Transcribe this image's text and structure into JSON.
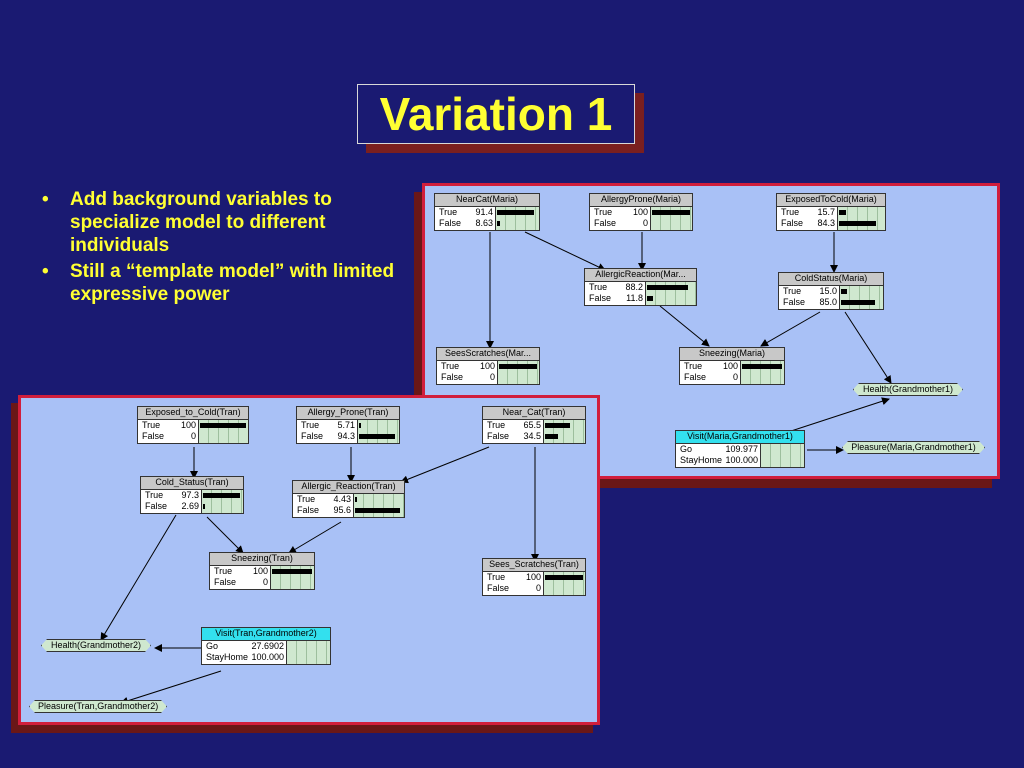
{
  "slide": {
    "title": "Variation 1",
    "bullets": [
      "Add background variables to specialize model to different individuals",
      "Still a “template model” with limited expressive power"
    ]
  },
  "maria_network": {
    "nodes": [
      {
        "title": "NearCat(Maria)",
        "type": "chance",
        "states": [
          {
            "label": "True",
            "value": "91.4",
            "p": 91.4
          },
          {
            "label": "False",
            "value": "8.63",
            "p": 8.63
          }
        ]
      },
      {
        "title": "AllergyProne(Maria)",
        "type": "chance",
        "states": [
          {
            "label": "True",
            "value": "100",
            "p": 100
          },
          {
            "label": "False",
            "value": "0",
            "p": 0
          }
        ]
      },
      {
        "title": "ExposedToCold(Maria)",
        "type": "chance",
        "states": [
          {
            "label": "True",
            "value": "15.7",
            "p": 15.7
          },
          {
            "label": "False",
            "value": "84.3",
            "p": 84.3
          }
        ]
      },
      {
        "title": "AllergicReaction(Mar...",
        "type": "chance",
        "states": [
          {
            "label": "True",
            "value": "88.2",
            "p": 88.2
          },
          {
            "label": "False",
            "value": "11.8",
            "p": 11.8
          }
        ]
      },
      {
        "title": "ColdStatus(Maria)",
        "type": "chance",
        "states": [
          {
            "label": "True",
            "value": "15.0",
            "p": 15.0
          },
          {
            "label": "False",
            "value": "85.0",
            "p": 85.0
          }
        ]
      },
      {
        "title": "SeesScratches(Mar...",
        "type": "chance",
        "states": [
          {
            "label": "True",
            "value": "100",
            "p": 100
          },
          {
            "label": "False",
            "value": "0",
            "p": 0
          }
        ]
      },
      {
        "title": "Sneezing(Maria)",
        "type": "chance",
        "states": [
          {
            "label": "True",
            "value": "100",
            "p": 100
          },
          {
            "label": "False",
            "value": "0",
            "p": 0
          }
        ]
      },
      {
        "title": "Visit(Maria,Grandmother1)",
        "type": "decision",
        "states": [
          {
            "label": "Go",
            "value": "109.977"
          },
          {
            "label": "StayHome",
            "value": "100.000"
          }
        ]
      }
    ],
    "utilities": [
      "Health(Grandmother1)",
      "Pleasure(Maria,Grandmother1)"
    ]
  },
  "tran_network": {
    "nodes": [
      {
        "title": "Exposed_to_Cold(Tran)",
        "type": "chance",
        "states": [
          {
            "label": "True",
            "value": "100",
            "p": 100
          },
          {
            "label": "False",
            "value": "0",
            "p": 0
          }
        ]
      },
      {
        "title": "Allergy_Prone(Tran)",
        "type": "chance",
        "states": [
          {
            "label": "True",
            "value": "5.71",
            "p": 5.71
          },
          {
            "label": "False",
            "value": "94.3",
            "p": 94.3
          }
        ]
      },
      {
        "title": "Near_Cat(Tran)",
        "type": "chance",
        "states": [
          {
            "label": "True",
            "value": "65.5",
            "p": 65.5
          },
          {
            "label": "False",
            "value": "34.5",
            "p": 34.5
          }
        ]
      },
      {
        "title": "Cold_Status(Tran)",
        "type": "chance",
        "states": [
          {
            "label": "True",
            "value": "97.3",
            "p": 97.3
          },
          {
            "label": "False",
            "value": "2.69",
            "p": 2.69
          }
        ]
      },
      {
        "title": "Allergic_Reaction(Tran)",
        "type": "chance",
        "states": [
          {
            "label": "True",
            "value": "4.43",
            "p": 4.43
          },
          {
            "label": "False",
            "value": "95.6",
            "p": 95.6
          }
        ]
      },
      {
        "title": "Sneezing(Tran)",
        "type": "chance",
        "states": [
          {
            "label": "True",
            "value": "100",
            "p": 100
          },
          {
            "label": "False",
            "value": "0",
            "p": 0
          }
        ]
      },
      {
        "title": "Sees_Scratches(Tran)",
        "type": "chance",
        "states": [
          {
            "label": "True",
            "value": "100",
            "p": 100
          },
          {
            "label": "False",
            "value": "0",
            "p": 0
          }
        ]
      },
      {
        "title": "Visit(Tran,Grandmother2)",
        "type": "decision",
        "states": [
          {
            "label": "Go",
            "value": "27.6902"
          },
          {
            "label": "StayHome",
            "value": "100.000"
          }
        ]
      }
    ],
    "utilities": [
      "Health(Grandmother2)",
      "Pleasure(Tran,Grandmother2)"
    ]
  },
  "colors": {
    "background": "#1a1a72",
    "title_text": "#ffff33",
    "panel_fill": "#a9c1f6",
    "panel_border": "#d11e3c",
    "panel_shadow": "#6a1717",
    "decision_header": "#33e0ee",
    "utility_fill": "#cfe8cf"
  }
}
